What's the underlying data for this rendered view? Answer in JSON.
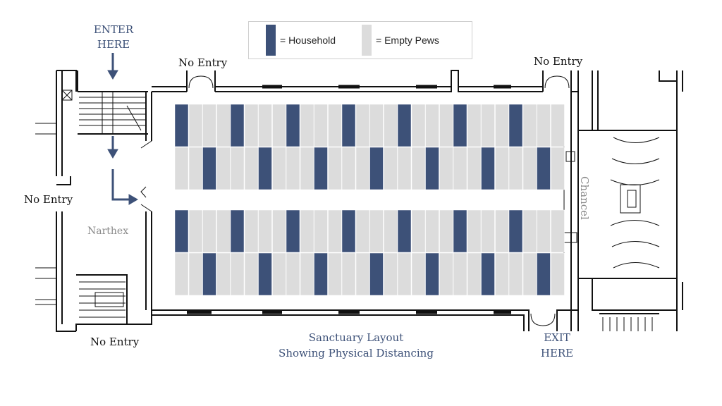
{
  "legend": {
    "household_label": "= Household",
    "empty_label": "= Empty Pews"
  },
  "colors": {
    "household": "#3d5178",
    "empty": "#dcdcdc",
    "wall": "#111111",
    "label_blue": "#3d5178"
  },
  "labels": {
    "enter_line1": "ENTER",
    "enter_line2": "HERE",
    "no_entry_top_left": "No Entry",
    "no_entry_top_right": "No Entry",
    "no_entry_left": "No Entry",
    "no_entry_bottom_left": "No Entry",
    "narthex": "Narthex",
    "chancel": "Chancel",
    "exit_line1": "EXIT",
    "exit_line2": "HERE",
    "caption_line1": "Sanctuary Layout",
    "caption_line2": "Showing Physical Distancing"
  },
  "pews": {
    "columns": 14,
    "rows": [
      {
        "row": "upper-front",
        "household_columns": [
          0,
          2,
          4,
          6,
          8,
          10,
          12
        ]
      },
      {
        "row": "upper-back",
        "household_columns": [
          1,
          3,
          5,
          7,
          9,
          11,
          13
        ]
      },
      {
        "row": "lower-front",
        "household_columns": [
          0,
          2,
          4,
          6,
          8,
          10,
          12
        ]
      },
      {
        "row": "lower-back",
        "household_columns": [
          1,
          3,
          5,
          7,
          9,
          11,
          13
        ]
      }
    ]
  }
}
